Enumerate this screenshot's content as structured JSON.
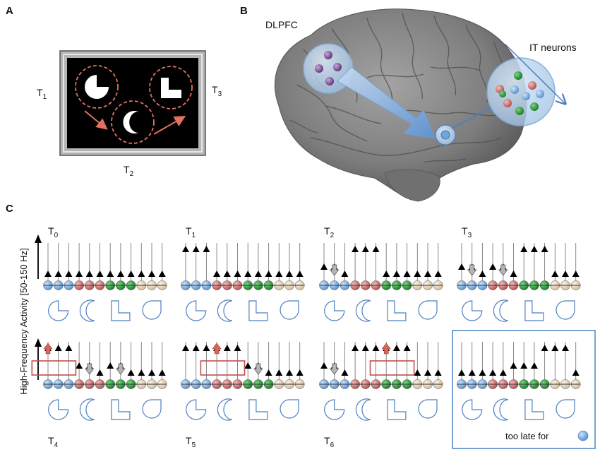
{
  "panel_a": {
    "letter": "A",
    "times": [
      {
        "name": "T",
        "sub": "1"
      },
      {
        "name": "T",
        "sub": "2"
      },
      {
        "name": "T",
        "sub": "3"
      }
    ]
  },
  "panel_b": {
    "letter": "B",
    "region_label": "DLPFC",
    "neurons_label": "IT neurons"
  },
  "panel_c": {
    "letter": "C",
    "y_axis_label": "High-Frequency Activity [50-150 Hz]",
    "legend_text": "too late for",
    "colors": {
      "blue": "#6ea6dc",
      "red": "#c96a6a",
      "green": "#2a8a33",
      "cream": "#ead8be",
      "shape_stroke": "#4d7fc0",
      "down_arrow": "#b5b5b5",
      "up_arrow": "#d4665a",
      "highlight_box": "#c0504d",
      "legend_box": "#6a9ad0"
    },
    "neuron_groups": [
      "blue",
      "red",
      "green",
      "cream"
    ],
    "stimuli": [
      "pacman",
      "crescent",
      "L-shape",
      "teardrop"
    ],
    "timepoints": [
      {
        "name": "T",
        "sub": "0",
        "levels": [
          1,
          1,
          1,
          1,
          1,
          1,
          1,
          1,
          1,
          1,
          1,
          1
        ],
        "down": [],
        "up": null
      },
      {
        "name": "T",
        "sub": "1",
        "levels": [
          3,
          3,
          3,
          1,
          1,
          1,
          1,
          1,
          1,
          1,
          1,
          1
        ],
        "down": [],
        "up": null
      },
      {
        "name": "T",
        "sub": "2",
        "levels": [
          2,
          2,
          1,
          3,
          3,
          3,
          1,
          1,
          1,
          1,
          1,
          1
        ],
        "down": [
          1
        ],
        "up": null
      },
      {
        "name": "T",
        "sub": "3",
        "levels": [
          2,
          2,
          1,
          2,
          2,
          1,
          3,
          3,
          3,
          1,
          1,
          1
        ],
        "down": [
          1,
          4
        ],
        "up": null
      },
      {
        "name": "T",
        "sub": "4",
        "levels": [
          3,
          3,
          3,
          2,
          2,
          1,
          2,
          2,
          1,
          1,
          1,
          1
        ],
        "down": [
          4,
          7
        ],
        "up": 1
      },
      {
        "name": "T",
        "sub": "5",
        "levels": [
          3,
          3,
          3,
          3,
          3,
          3,
          2,
          2,
          1,
          1,
          1,
          1
        ],
        "down": [
          7
        ],
        "up": 4
      },
      {
        "name": "T",
        "sub": "6",
        "levels": [
          2,
          2,
          1,
          3,
          3,
          3,
          3,
          3,
          3,
          1,
          1,
          1
        ],
        "down": [
          1
        ],
        "up": 7
      },
      {
        "name": "",
        "sub": "",
        "levels": [
          1,
          1,
          1,
          1,
          1,
          2,
          2,
          2,
          3,
          3,
          3,
          1
        ],
        "down": [],
        "up": null
      }
    ]
  }
}
